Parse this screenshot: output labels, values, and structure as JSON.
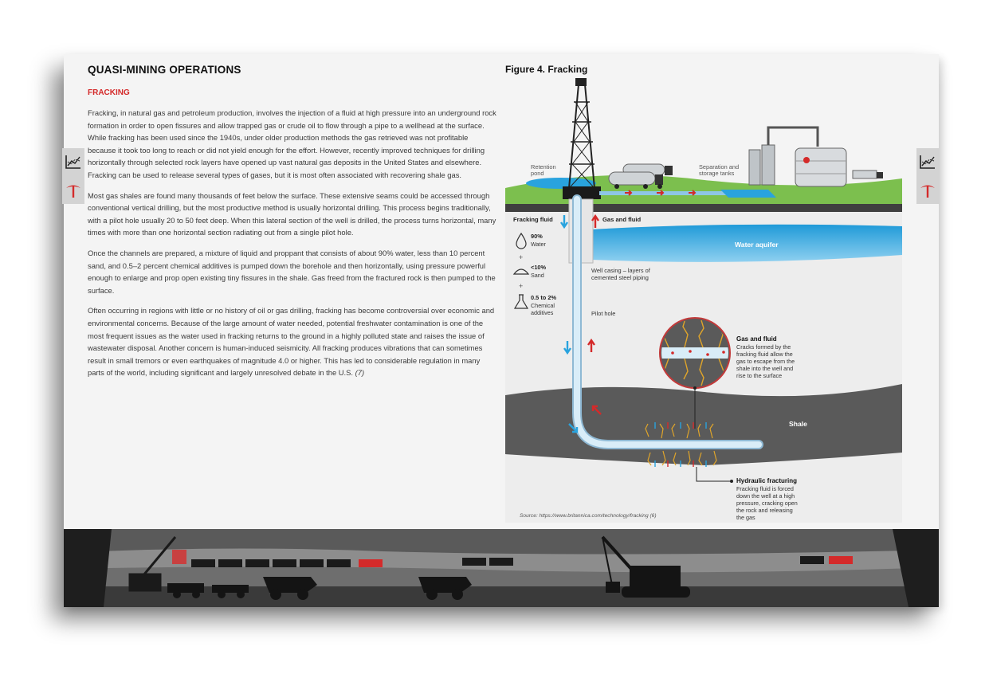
{
  "document": {
    "section_heading": "QUASI-MINING OPERATIONS",
    "sub_heading": "FRACKING",
    "paragraphs": [
      "Fracking, in natural gas and petroleum production, involves the injection of a fluid at high pressure into an underground rock formation in order to open fissures and allow trapped gas or crude oil to flow through a pipe to a wellhead at the surface. While fracking has been used since the 1940s, under older production methods the gas retrieved was not profitable because it took too long to reach or did not yield enough for the effort. However, recently improved techniques for drilling horizontally through selected rock layers have opened up vast natural gas deposits in the United States and elsewhere. Fracking can be used to release several types of gases, but it is most often associated with recovering shale gas.",
      "Most gas shales are found many thousands of feet below the surface. These extensive seams could be accessed through conventional vertical drilling, but the most productive method is usually horizontal drilling. This process begins traditionally, with a pilot hole usually 20 to 50 feet deep. When this lateral section of the well is drilled, the process turns horizontal, many times with more than one horizontal section radiating out from a single pilot hole.",
      "Once the channels are prepared, a mixture of liquid and proppant that consists of about 90% water, less than 10 percent sand, and 0.5–2 percent chemical additives is pumped down the borehole and then horizontally, using pressure powerful enough to enlarge and prop open existing tiny fissures in the shale. Gas freed from the fractured rock is then pumped to the surface."
    ],
    "last_paragraph": "Often occurring in regions with little or no history of oil or gas drilling, fracking has become controversial over economic and environmental concerns. Because of the large amount of water needed, potential freshwater contamination is one of the most frequent issues as the water used in fracking returns to the ground in a highly polluted state and raises the issue of wastewater disposal. Another concern is human-induced seismicity. All fracking produces vibrations that can sometimes result in small tremors or even earthquakes of magnitude 4.0 or higher. This has led to considerable regulation in many parts of the world, including significant and largely unresolved debate in the U.S.",
    "last_paragraph_citation": "(7)"
  },
  "figure": {
    "title": "Figure 4. Fracking",
    "labels": {
      "retention_pond": [
        "Retention",
        "pond"
      ],
      "separation_tanks": [
        "Separation and",
        "storage tanks"
      ],
      "fracking_fluid": "Fracking fluid",
      "gas_and_fluid": "Gas and fluid",
      "water_aquifer": "Water aquifer",
      "water_pct": "90%",
      "water_label": "Water",
      "sand_pct": "<10%",
      "sand_label": "Sand",
      "chem_pct": "0.5 to 2%",
      "chem_label": [
        "Chemical",
        "additives"
      ],
      "plus": "+",
      "well_casing": [
        "Well casing – layers of",
        "cemented steel piping"
      ],
      "pilot_hole": "Pilot hole",
      "gas_fluid_title": "Gas and fluid",
      "gas_fluid_desc": [
        "Cracks formed by the",
        "fracking fluid allow the",
        "gas to escape from the",
        "shale into the well and",
        "rise to the surface"
      ],
      "shale": "Shale",
      "hf_title": "Hydraulic fracturing",
      "hf_desc": [
        "Fracking fluid is forced",
        "down the well at a high",
        "pressure, cracking open",
        "the rock and releasing",
        "the gas"
      ],
      "source": "Source: https://www.britannica.com/technology/fracking (6)"
    }
  },
  "colors": {
    "accent_red": "#d42a2a",
    "water_blue": "#29a3de",
    "grass_green": "#7cbf4e",
    "shale_gray": "#5a5a5a",
    "dark_strip": "#4a4a4a"
  },
  "icons": [
    "chart-icon",
    "pickaxe-icon",
    "water-drop-icon",
    "sand-pile-icon",
    "flask-icon"
  ]
}
